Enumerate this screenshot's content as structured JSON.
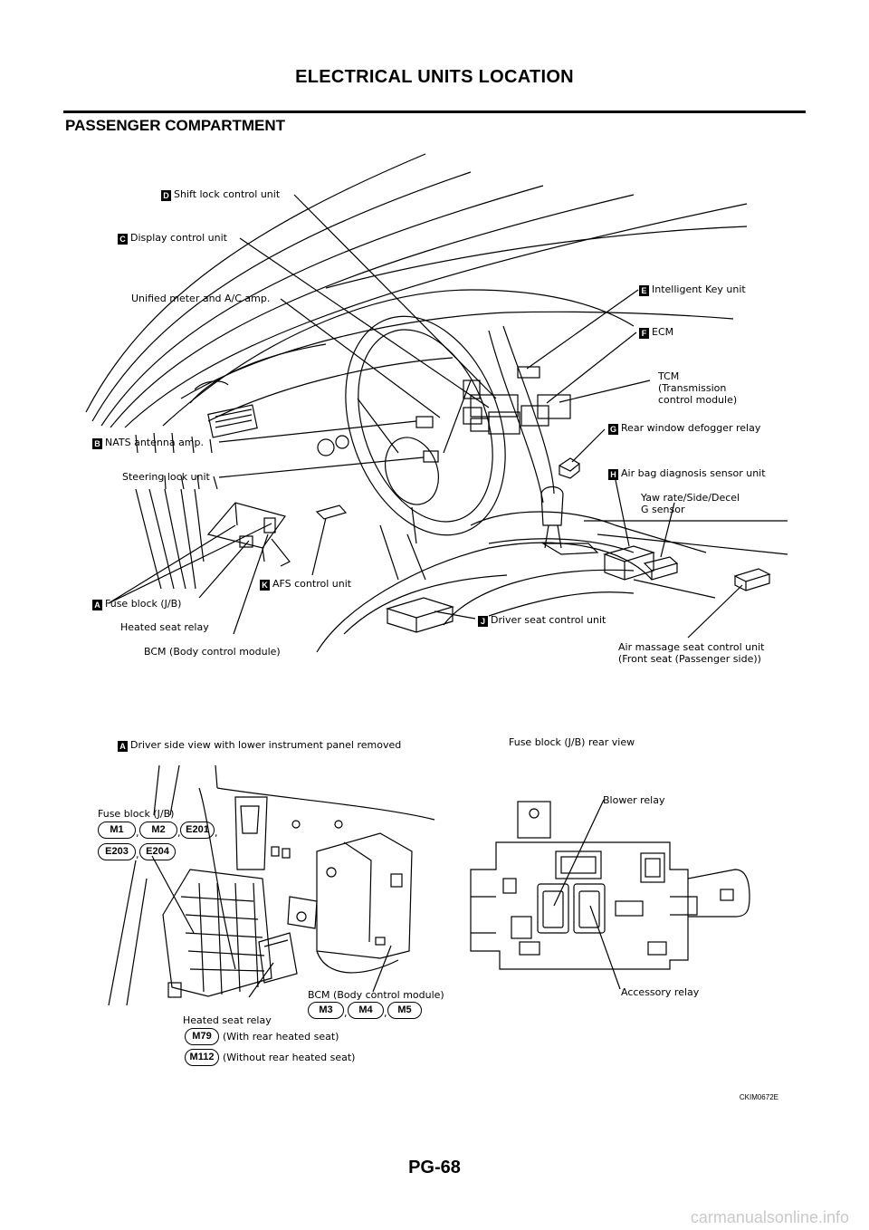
{
  "header": {
    "title": "ELECTRICAL UNITS LOCATION"
  },
  "section": {
    "title": "PASSENGER COMPARTMENT"
  },
  "main_labels": {
    "shift_lock": {
      "badge": "D",
      "text": "Shift lock control unit"
    },
    "display": {
      "badge": "C",
      "text": "Display control unit"
    },
    "unified_meter": {
      "text": "Unified meter and A/C amp."
    },
    "intelligent_key": {
      "badge": "E",
      "text": "Intelligent Key unit"
    },
    "ecm": {
      "badge": "F",
      "text": "ECM"
    },
    "tcm": {
      "line1": "TCM",
      "line2": "(Transmission",
      "line3": "control module)"
    },
    "rear_defogger": {
      "badge": "G",
      "text": "Rear window defogger relay"
    },
    "nats": {
      "badge": "B",
      "text": "NATS antenna amp."
    },
    "airbag": {
      "badge": "H",
      "text": "Air bag diagnosis sensor unit"
    },
    "steering_lock": {
      "text": "Steering lock unit"
    },
    "yaw_rate": {
      "line1": "Yaw rate/Side/Decel",
      "line2": "G sensor"
    },
    "afs": {
      "badge": "K",
      "text": "AFS control unit"
    },
    "fuse_block": {
      "badge": "A",
      "text": "Fuse block (J/B)"
    },
    "heated_seat": {
      "text": "Heated seat relay"
    },
    "driver_seat": {
      "badge": "J",
      "text": "Driver seat control unit"
    },
    "bcm": {
      "text": "BCM (Body control module)"
    },
    "air_massage": {
      "line1": "Air massage seat control unit",
      "line2": "(Front seat (Passenger side))"
    }
  },
  "detail_left": {
    "badge": "A",
    "title": "Driver side view with lower instrument panel removed",
    "fuse_block_label": "Fuse block (J/B)",
    "fuse_connectors": [
      "M1",
      "M2",
      "E201",
      "E203",
      "E204"
    ],
    "bcm_label": "BCM (Body control module)",
    "bcm_connectors": [
      "M3",
      "M4",
      "M5"
    ],
    "heated_seat_label": "Heated seat relay",
    "heated_connectors": [
      {
        "code": "M79",
        "note": "(With rear heated seat)"
      },
      {
        "code": "M112",
        "note": "(Without rear heated seat)"
      }
    ]
  },
  "detail_right": {
    "title": "Fuse block (J/B) rear view",
    "blower_relay": "Blower relay",
    "accessory_relay": "Accessory relay"
  },
  "footer": {
    "ref_code": "CKIM0672E",
    "page_number": "PG-68",
    "watermark": "carmanualsonline.info"
  }
}
